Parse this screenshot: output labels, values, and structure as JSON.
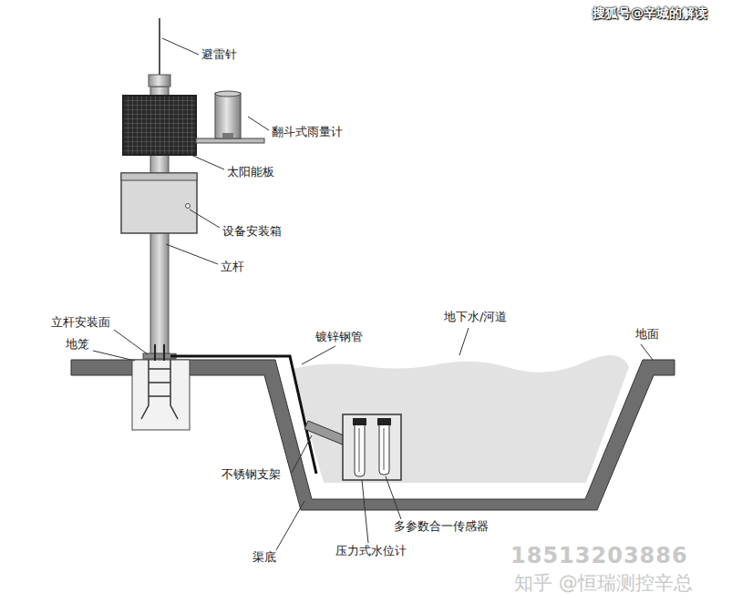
{
  "diagram": {
    "labels": [
      "搜狐号@辛城的解读",
      "避雷针",
      "翻斗式雨量计",
      "太阳能板",
      "设备安装箱",
      "立杆",
      "立杆安装面",
      "地笼",
      "镀锌钢管",
      "地下水/河道",
      "地面",
      "不锈钢支架",
      "渠底",
      "多参数合一传感器",
      "压力式水位计",
      "18513203886",
      "知乎 @恒瑞测控辛总"
    ]
  }
}
